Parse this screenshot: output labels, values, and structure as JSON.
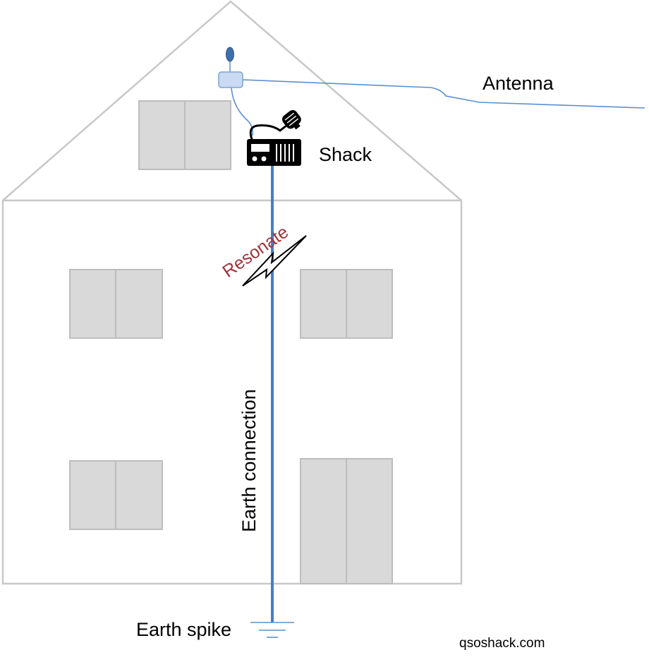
{
  "labels": {
    "antenna": "Antenna",
    "shack": "Shack",
    "resonate": "Resonate",
    "earth_connection": "Earth connection",
    "earth_spike": "Earth spike",
    "website": "qsoshack.com"
  },
  "colors": {
    "house_outline": "#c8c8c8",
    "window_fill": "#d9d9d9",
    "wire_blue": "#4a7ebb",
    "coax_blue": "#5b8fd0",
    "tuner_fill": "#c9daf2",
    "resonate_red": "#a0343a",
    "radio_black": "#000000"
  },
  "icons": {
    "radio": "transceiver-with-microphone-icon",
    "lightning": "lightning-bolt-icon",
    "ground": "ground-symbol-icon",
    "insulator": "antenna-insulator-icon",
    "tuner": "antenna-tuner-box-icon"
  }
}
